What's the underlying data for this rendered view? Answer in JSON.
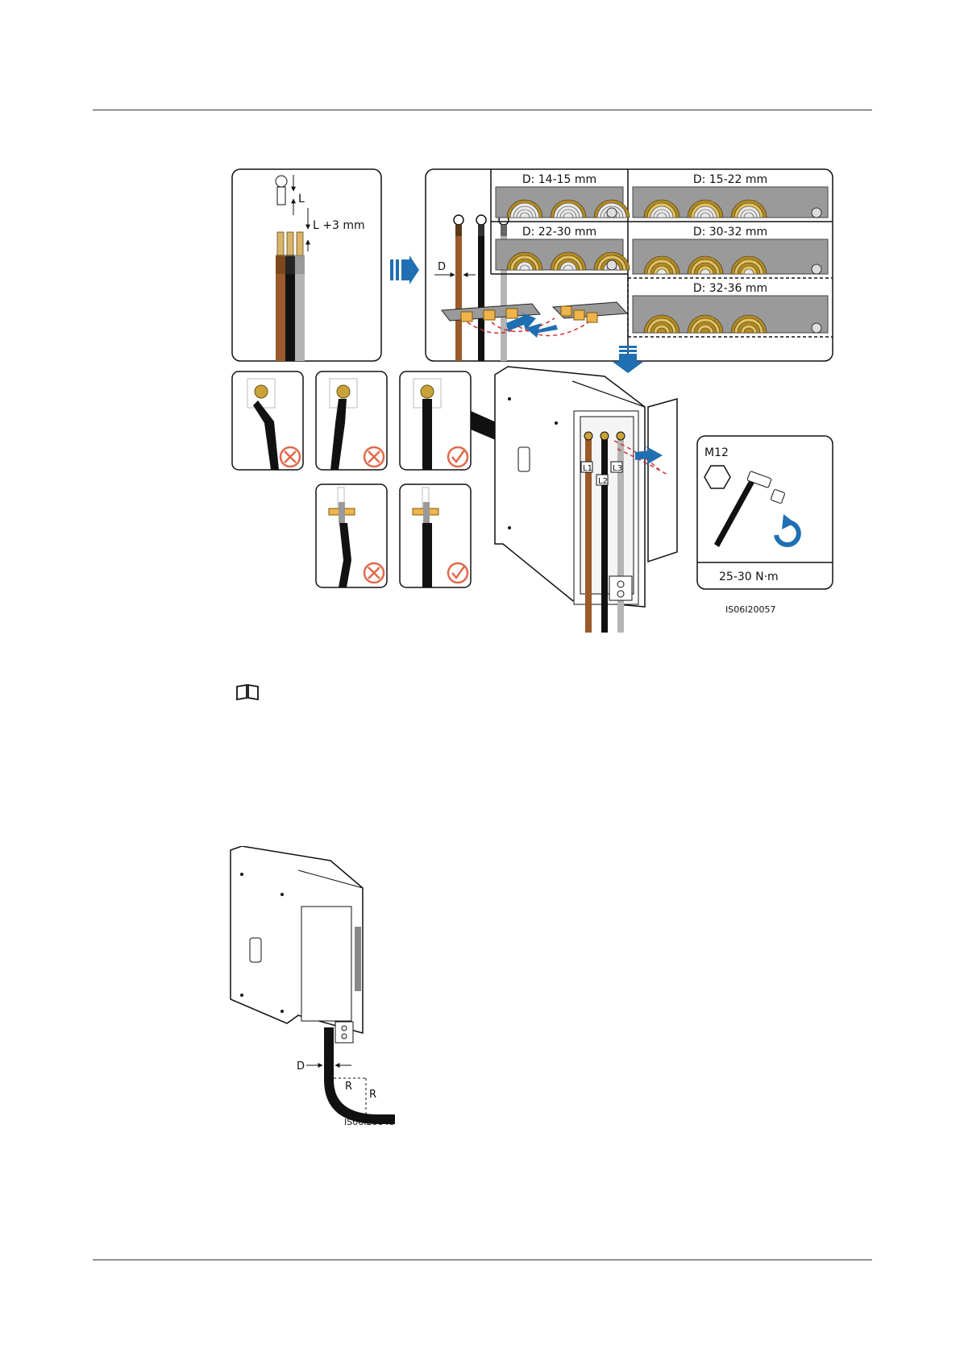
{
  "page": {
    "note_icon": "book-icon"
  },
  "figure1": {
    "step1": {
      "lug_label": "L",
      "strip_label": "L +3 mm"
    },
    "step2": {
      "diameter_label": "D"
    },
    "diameter_options": [
      {
        "label": "D: 14-15 mm",
        "open_holes": 1
      },
      {
        "label": "D: 15-22 mm",
        "open_holes": 2
      },
      {
        "label": "D: 22-30 mm",
        "open_holes": 3
      },
      {
        "label": "D: 30-32 mm",
        "open_holes": 4
      },
      {
        "label": "D: 32-36 mm",
        "open_holes": 5
      }
    ],
    "phase_labels": [
      "L1",
      "L2",
      "L3"
    ],
    "tool": {
      "bolt": "M12",
      "torque": "25-30 N·m"
    },
    "checks": [
      "wrong",
      "wrong",
      "correct",
      "wrong",
      "correct"
    ],
    "code": "IS06I20057",
    "colors": {
      "arrow_blue": "#1f6fb2",
      "brown": "#9a5a2a",
      "grey": "#b5b5b5",
      "copper": "#c9a33a",
      "wrong_red": "#e06a4a"
    }
  },
  "figure2": {
    "diameter_label": "D",
    "radius_labels": [
      "R",
      "R"
    ],
    "code": "IS06I20048"
  }
}
